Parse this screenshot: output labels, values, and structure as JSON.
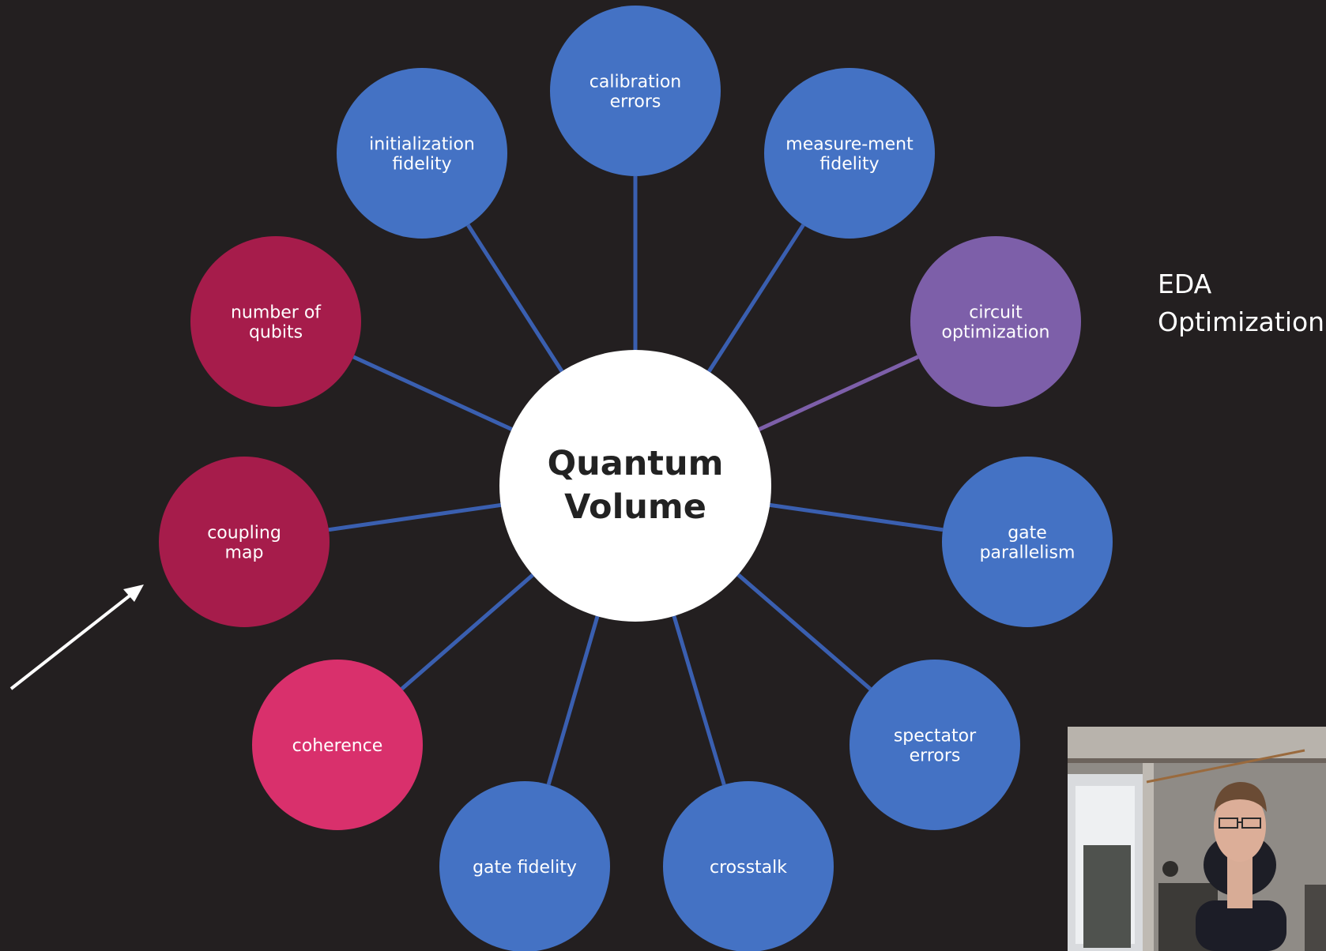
{
  "hub": {
    "lines": [
      "Quantum",
      "Volume"
    ],
    "fill": "#ffffff",
    "text_color": "#222222"
  },
  "colors": {
    "background": "#231f20",
    "blue": "#4472c4",
    "purple": "#7d5fa9",
    "crimson": "#a61c4b",
    "pink": "#d9306c",
    "connector_blue": "#3a5fb0",
    "connector_purple": "#7d5fa9"
  },
  "nodes": [
    {
      "id": "calibration-errors",
      "lines": [
        "calibration",
        "errors"
      ],
      "color": "#4472c4"
    },
    {
      "id": "measurement-fidelity",
      "lines": [
        "measure-ment",
        "fidelity"
      ],
      "color": "#4472c4"
    },
    {
      "id": "circuit-optimization",
      "lines": [
        "circuit",
        "optimization"
      ],
      "color": "#7d5fa9"
    },
    {
      "id": "gate-parallelism",
      "lines": [
        "gate",
        "parallelism"
      ],
      "color": "#4472c4"
    },
    {
      "id": "spectator-errors",
      "lines": [
        "spectator",
        "errors"
      ],
      "color": "#4472c4"
    },
    {
      "id": "crosstalk",
      "lines": [
        "crosstalk"
      ],
      "color": "#4472c4"
    },
    {
      "id": "gate-fidelity",
      "lines": [
        "gate fidelity"
      ],
      "color": "#4472c4"
    },
    {
      "id": "coherence",
      "lines": [
        "coherence"
      ],
      "color": "#d9306c"
    },
    {
      "id": "coupling-map",
      "lines": [
        "coupling",
        "map"
      ],
      "color": "#a61c4b"
    },
    {
      "id": "number-of-qubits",
      "lines": [
        "number of",
        "qubits"
      ],
      "color": "#a61c4b"
    },
    {
      "id": "initialization-fidelity",
      "lines": [
        "initialization",
        "fidelity"
      ],
      "color": "#4472c4"
    }
  ],
  "side_note": {
    "line1": "EDA",
    "line2": "Optimization"
  },
  "pointer_arrow": {
    "icon": "arrow-up-right-icon",
    "color": "#ffffff",
    "target": "coupling-map"
  },
  "webcam": {
    "icon": "presenter-video-thumbnail"
  }
}
